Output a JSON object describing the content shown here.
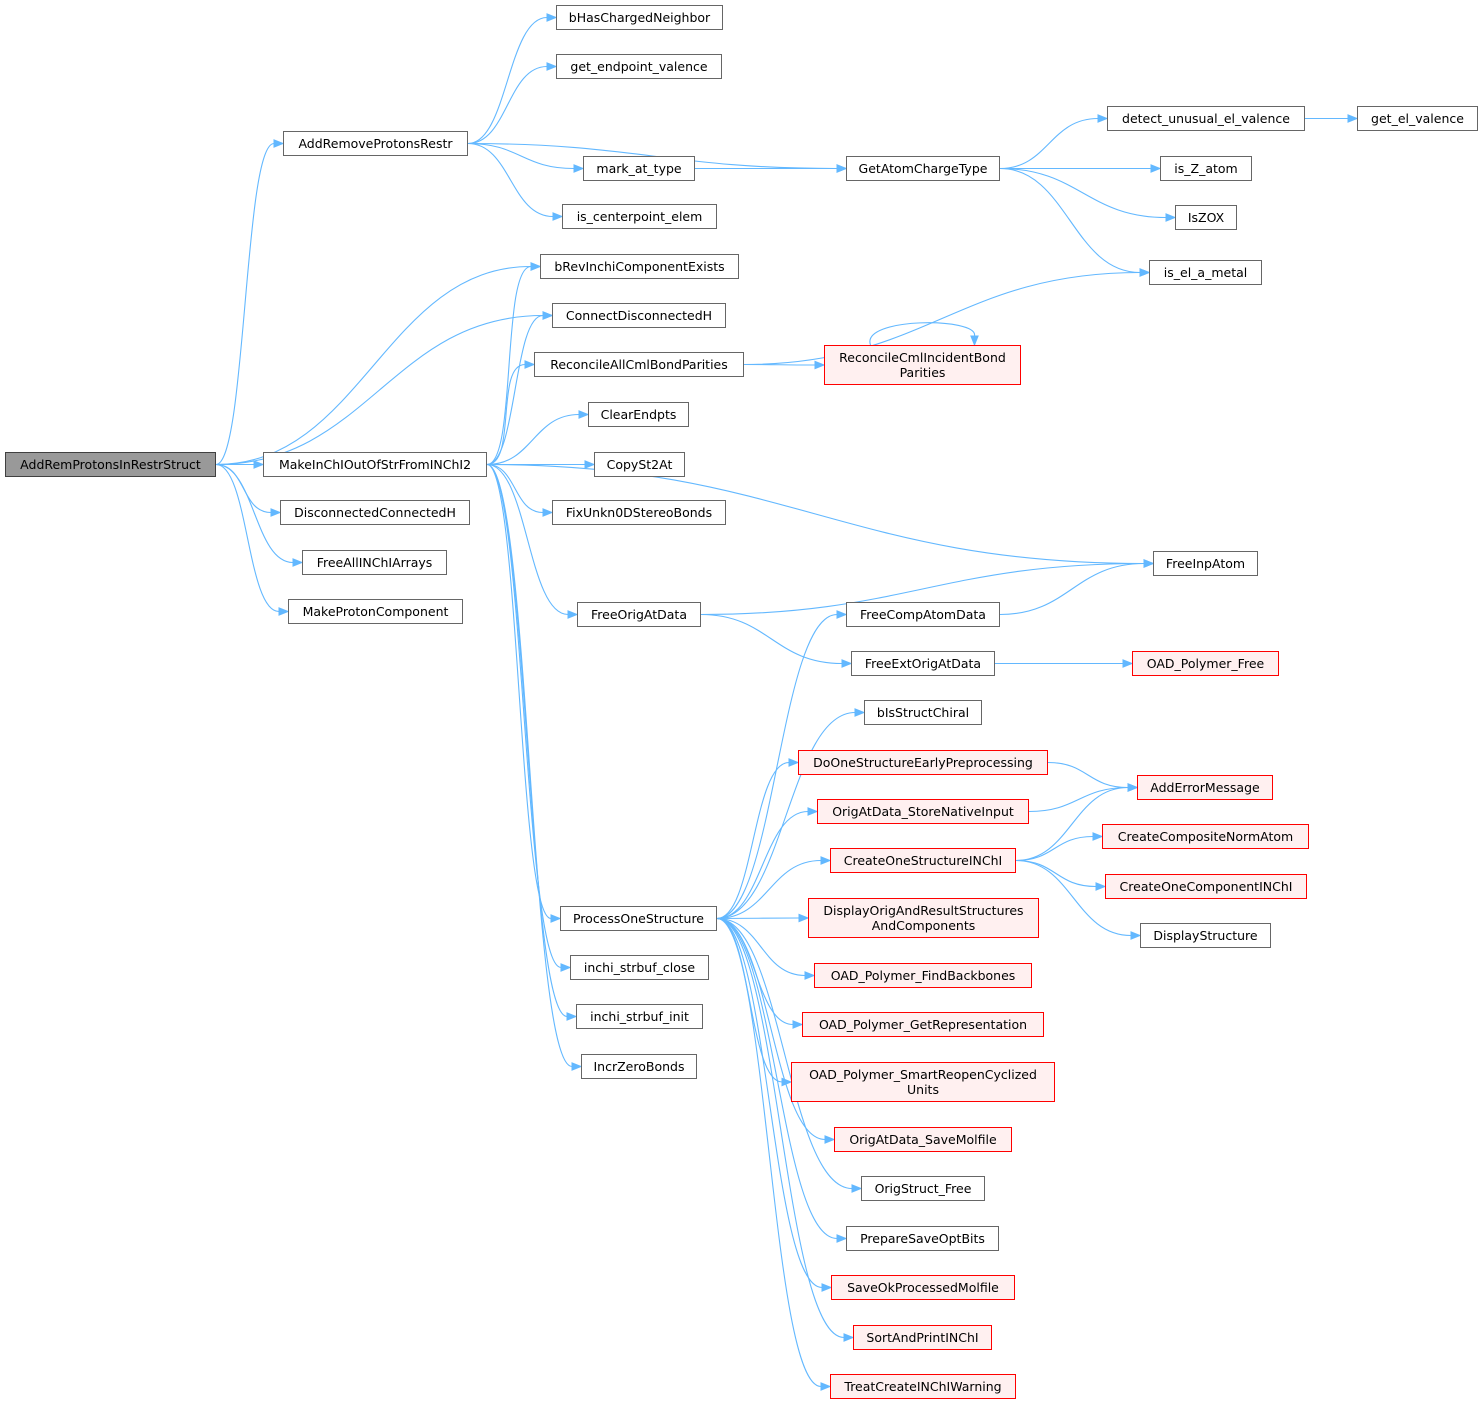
{
  "graph": {
    "colors": {
      "edge": "#63b8ff",
      "node_border": "#666666",
      "root_fill": "#999999",
      "truncated_border": "#ff0000",
      "truncated_fill": "#fff0f0"
    },
    "nodes": [
      {
        "id": "AddRemProtonsInRestrStruct",
        "label": "AddRemProtonsInRestrStruct",
        "style": "root"
      },
      {
        "id": "AddRemoveProtonsRestr",
        "label": "AddRemoveProtonsRestr"
      },
      {
        "id": "bHasChargedNeighbor",
        "label": "bHasChargedNeighbor"
      },
      {
        "id": "get_endpoint_valence",
        "label": "get_endpoint_valence"
      },
      {
        "id": "mark_at_type",
        "label": "mark_at_type"
      },
      {
        "id": "is_centerpoint_elem",
        "label": "is_centerpoint_elem"
      },
      {
        "id": "GetAtomChargeType",
        "label": "GetAtomChargeType"
      },
      {
        "id": "detect_unusual_el_valence",
        "label": "detect_unusual_el_valence"
      },
      {
        "id": "get_el_valence",
        "label": "get_el_valence"
      },
      {
        "id": "is_Z_atom",
        "label": "is_Z_atom"
      },
      {
        "id": "IsZOX",
        "label": "IsZOX"
      },
      {
        "id": "is_el_a_metal",
        "label": "is_el_a_metal"
      },
      {
        "id": "bRevInchiComponentExists",
        "label": "bRevInchiComponentExists"
      },
      {
        "id": "ConnectDisconnectedH",
        "label": "ConnectDisconnectedH"
      },
      {
        "id": "ReconcileAllCmlBondParities",
        "label": "ReconcileAllCmlBondParities"
      },
      {
        "id": "ReconcileCmlIncidentBondParities",
        "label": "ReconcileCmlIncidentBond\nParities",
        "style": "truncated"
      },
      {
        "id": "ClearEndpts",
        "label": "ClearEndpts"
      },
      {
        "id": "MakeInChIOutOfStrFromINChI2",
        "label": "MakeInChIOutOfStrFromINChI2"
      },
      {
        "id": "CopySt2At",
        "label": "CopySt2At"
      },
      {
        "id": "DisconnectedConnectedH",
        "label": "DisconnectedConnectedH"
      },
      {
        "id": "FixUnkn0DStereoBonds",
        "label": "FixUnkn0DStereoBonds"
      },
      {
        "id": "FreeAllINChIArrays",
        "label": "FreeAllINChIArrays"
      },
      {
        "id": "FreeInpAtom",
        "label": "FreeInpAtom"
      },
      {
        "id": "MakeProtonComponent",
        "label": "MakeProtonComponent"
      },
      {
        "id": "FreeOrigAtData",
        "label": "FreeOrigAtData"
      },
      {
        "id": "FreeCompAtomData",
        "label": "FreeCompAtomData"
      },
      {
        "id": "FreeExtOrigAtData",
        "label": "FreeExtOrigAtData"
      },
      {
        "id": "OAD_Polymer_Free",
        "label": "OAD_Polymer_Free",
        "style": "truncated"
      },
      {
        "id": "bIsStructChiral",
        "label": "bIsStructChiral"
      },
      {
        "id": "DoOneStructureEarlyPreprocessing",
        "label": "DoOneStructureEarlyPreprocessing",
        "style": "truncated"
      },
      {
        "id": "AddErrorMessage",
        "label": "AddErrorMessage",
        "style": "truncated"
      },
      {
        "id": "OrigAtData_StoreNativeInput",
        "label": "OrigAtData_StoreNativeInput",
        "style": "truncated"
      },
      {
        "id": "CreateCompositeNormAtom",
        "label": "CreateCompositeNormAtom",
        "style": "truncated"
      },
      {
        "id": "CreateOneStructureINChI",
        "label": "CreateOneStructureINChI",
        "style": "truncated"
      },
      {
        "id": "CreateOneComponentINChI",
        "label": "CreateOneComponentINChI",
        "style": "truncated"
      },
      {
        "id": "ProcessOneStructure",
        "label": "ProcessOneStructure"
      },
      {
        "id": "DisplayOrigAndResultStructuresAndComponents",
        "label": "DisplayOrigAndResultStructures\nAndComponents",
        "style": "truncated"
      },
      {
        "id": "DisplayStructure",
        "label": "DisplayStructure"
      },
      {
        "id": "inchi_strbuf_close",
        "label": "inchi_strbuf_close"
      },
      {
        "id": "OAD_Polymer_FindBackbones",
        "label": "OAD_Polymer_FindBackbones",
        "style": "truncated"
      },
      {
        "id": "inchi_strbuf_init",
        "label": "inchi_strbuf_init"
      },
      {
        "id": "OAD_Polymer_GetRepresentation",
        "label": "OAD_Polymer_GetRepresentation",
        "style": "truncated"
      },
      {
        "id": "IncrZeroBonds",
        "label": "IncrZeroBonds"
      },
      {
        "id": "OAD_Polymer_SmartReopenCyclizedUnits",
        "label": "OAD_Polymer_SmartReopenCyclized\nUnits",
        "style": "truncated"
      },
      {
        "id": "OrigAtData_SaveMolfile",
        "label": "OrigAtData_SaveMolfile",
        "style": "truncated"
      },
      {
        "id": "OrigStruct_Free",
        "label": "OrigStruct_Free"
      },
      {
        "id": "PrepareSaveOptBits",
        "label": "PrepareSaveOptBits"
      },
      {
        "id": "SaveOkProcessedMolfile",
        "label": "SaveOkProcessedMolfile",
        "style": "truncated"
      },
      {
        "id": "SortAndPrintINChI",
        "label": "SortAndPrintINChI",
        "style": "truncated"
      },
      {
        "id": "TreatCreateINChIWarning",
        "label": "TreatCreateINChIWarning",
        "style": "truncated"
      }
    ],
    "edges": [
      [
        "AddRemProtonsInRestrStruct",
        "AddRemoveProtonsRestr"
      ],
      [
        "AddRemProtonsInRestrStruct",
        "bRevInchiComponentExists"
      ],
      [
        "AddRemProtonsInRestrStruct",
        "ConnectDisconnectedH"
      ],
      [
        "AddRemProtonsInRestrStruct",
        "MakeInChIOutOfStrFromINChI2"
      ],
      [
        "AddRemProtonsInRestrStruct",
        "DisconnectedConnectedH"
      ],
      [
        "AddRemProtonsInRestrStruct",
        "FreeAllINChIArrays"
      ],
      [
        "AddRemProtonsInRestrStruct",
        "MakeProtonComponent"
      ],
      [
        "AddRemoveProtonsRestr",
        "bHasChargedNeighbor"
      ],
      [
        "AddRemoveProtonsRestr",
        "get_endpoint_valence"
      ],
      [
        "AddRemoveProtonsRestr",
        "GetAtomChargeType"
      ],
      [
        "AddRemoveProtonsRestr",
        "mark_at_type"
      ],
      [
        "AddRemoveProtonsRestr",
        "is_centerpoint_elem"
      ],
      [
        "mark_at_type",
        "GetAtomChargeType"
      ],
      [
        "GetAtomChargeType",
        "detect_unusual_el_valence"
      ],
      [
        "GetAtomChargeType",
        "is_Z_atom"
      ],
      [
        "GetAtomChargeType",
        "IsZOX"
      ],
      [
        "GetAtomChargeType",
        "is_el_a_metal"
      ],
      [
        "detect_unusual_el_valence",
        "get_el_valence"
      ],
      [
        "ReconcileAllCmlBondParities",
        "is_el_a_metal"
      ],
      [
        "ReconcileAllCmlBondParities",
        "ReconcileCmlIncidentBondParities"
      ],
      [
        "ReconcileCmlIncidentBondParities",
        "ReconcileCmlIncidentBondParities"
      ],
      [
        "MakeInChIOutOfStrFromINChI2",
        "bRevInchiComponentExists"
      ],
      [
        "MakeInChIOutOfStrFromINChI2",
        "ConnectDisconnectedH"
      ],
      [
        "MakeInChIOutOfStrFromINChI2",
        "ReconcileAllCmlBondParities"
      ],
      [
        "MakeInChIOutOfStrFromINChI2",
        "ClearEndpts"
      ],
      [
        "MakeInChIOutOfStrFromINChI2",
        "CopySt2At"
      ],
      [
        "MakeInChIOutOfStrFromINChI2",
        "FixUnkn0DStereoBonds"
      ],
      [
        "MakeInChIOutOfStrFromINChI2",
        "FreeInpAtom"
      ],
      [
        "MakeInChIOutOfStrFromINChI2",
        "FreeOrigAtData"
      ],
      [
        "MakeInChIOutOfStrFromINChI2",
        "ProcessOneStructure"
      ],
      [
        "MakeInChIOutOfStrFromINChI2",
        "inchi_strbuf_close"
      ],
      [
        "MakeInChIOutOfStrFromINChI2",
        "inchi_strbuf_init"
      ],
      [
        "MakeInChIOutOfStrFromINChI2",
        "IncrZeroBonds"
      ],
      [
        "FreeOrigAtData",
        "FreeInpAtom"
      ],
      [
        "FreeOrigAtData",
        "FreeExtOrigAtData"
      ],
      [
        "FreeCompAtomData",
        "FreeInpAtom"
      ],
      [
        "FreeExtOrigAtData",
        "OAD_Polymer_Free"
      ],
      [
        "DoOneStructureEarlyPreprocessing",
        "AddErrorMessage"
      ],
      [
        "OrigAtData_StoreNativeInput",
        "AddErrorMessage"
      ],
      [
        "CreateOneStructureINChI",
        "AddErrorMessage"
      ],
      [
        "CreateOneStructureINChI",
        "CreateCompositeNormAtom"
      ],
      [
        "CreateOneStructureINChI",
        "CreateOneComponentINChI"
      ],
      [
        "CreateOneStructureINChI",
        "DisplayStructure"
      ],
      [
        "ProcessOneStructure",
        "FreeCompAtomData"
      ],
      [
        "ProcessOneStructure",
        "bIsStructChiral"
      ],
      [
        "ProcessOneStructure",
        "DoOneStructureEarlyPreprocessing"
      ],
      [
        "ProcessOneStructure",
        "OrigAtData_StoreNativeInput"
      ],
      [
        "ProcessOneStructure",
        "CreateOneStructureINChI"
      ],
      [
        "ProcessOneStructure",
        "DisplayOrigAndResultStructuresAndComponents"
      ],
      [
        "ProcessOneStructure",
        "OAD_Polymer_FindBackbones"
      ],
      [
        "ProcessOneStructure",
        "OAD_Polymer_GetRepresentation"
      ],
      [
        "ProcessOneStructure",
        "OAD_Polymer_SmartReopenCyclizedUnits"
      ],
      [
        "ProcessOneStructure",
        "OrigAtData_SaveMolfile"
      ],
      [
        "ProcessOneStructure",
        "OrigStruct_Free"
      ],
      [
        "ProcessOneStructure",
        "PrepareSaveOptBits"
      ],
      [
        "ProcessOneStructure",
        "SaveOkProcessedMolfile"
      ],
      [
        "ProcessOneStructure",
        "SortAndPrintINChI"
      ],
      [
        "ProcessOneStructure",
        "TreatCreateINChIWarning"
      ]
    ]
  }
}
